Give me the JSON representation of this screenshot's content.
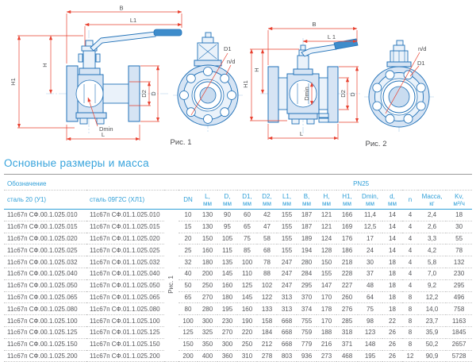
{
  "figures": [
    {
      "caption": "Рис. 1",
      "dims": {
        "B": "B",
        "L1": "L1",
        "H": "H",
        "H1": "H1",
        "D2": "D2",
        "D": "D",
        "Dmin": "Dmin",
        "L": "L",
        "D1": "D1",
        "nd": "n/d"
      }
    },
    {
      "caption": "Рис. 2",
      "dims": {
        "B": "B",
        "L1": "L 1",
        "H": "H",
        "H1": "H1",
        "D2": "D2",
        "D": "D",
        "Dmin": "Dmin",
        "L": "L",
        "D1": "D1",
        "nd": "n/d"
      }
    }
  ],
  "section": {
    "title": "Основные размеры и масса"
  },
  "table": {
    "header": {
      "designation": "Обозначение",
      "pn": "PN25",
      "steel1": "сталь 20 (У1)",
      "steel2": "сталь 09Г2С (ХЛ1)",
      "fig_ref": "Рис. 1"
    },
    "columns": [
      {
        "label": "DN",
        "unit": ""
      },
      {
        "label": "L,",
        "unit": "мм"
      },
      {
        "label": "D,",
        "unit": "мм"
      },
      {
        "label": "D1,",
        "unit": "мм"
      },
      {
        "label": "D2,",
        "unit": "мм"
      },
      {
        "label": "L1,",
        "unit": "мм"
      },
      {
        "label": "B,",
        "unit": "мм"
      },
      {
        "label": "H,",
        "unit": "мм"
      },
      {
        "label": "H1,",
        "unit": "мм"
      },
      {
        "label": "Dmin,",
        "unit": "мм"
      },
      {
        "label": "d,",
        "unit": "мм"
      },
      {
        "label": "n",
        "unit": ""
      },
      {
        "label": "Масса,",
        "unit": "кг"
      },
      {
        "label": "Kv,",
        "unit": "м³/ч"
      }
    ],
    "rows": [
      {
        "steel1": "11с67п СФ.00.1.025.010",
        "steel2": "11с67п СФ.01.1.025.010",
        "values": [
          "10",
          "130",
          "90",
          "60",
          "42",
          "155",
          "187",
          "121",
          "166",
          "11,4",
          "14",
          "4",
          "2,4",
          "18"
        ]
      },
      {
        "steel1": "11с67п СФ.00.1.025.015",
        "steel2": "11с67п СФ.01.1.025.015",
        "values": [
          "15",
          "130",
          "95",
          "65",
          "47",
          "155",
          "187",
          "121",
          "169",
          "12,5",
          "14",
          "4",
          "2,6",
          "30"
        ]
      },
      {
        "steel1": "11с67п СФ.00.1.025.020",
        "steel2": "11с67п СФ.01.1.025.020",
        "values": [
          "20",
          "150",
          "105",
          "75",
          "58",
          "155",
          "189",
          "124",
          "176",
          "17",
          "14",
          "4",
          "3,3",
          "55"
        ]
      },
      {
        "steel1": "11с67п СФ.00.1.025.025",
        "steel2": "11с67п СФ.01.1.025.025",
        "values": [
          "25",
          "160",
          "115",
          "85",
          "68",
          "155",
          "194",
          "128",
          "186",
          "24",
          "14",
          "4",
          "4,2",
          "78"
        ]
      },
      {
        "steel1": "11с67п СФ.00.1.025.032",
        "steel2": "11с67п СФ.01.1.025.032",
        "values": [
          "32",
          "180",
          "135",
          "100",
          "78",
          "247",
          "280",
          "150",
          "218",
          "30",
          "18",
          "4",
          "5,8",
          "132"
        ]
      },
      {
        "steel1": "11с67п СФ.00.1.025.040",
        "steel2": "11с67п СФ.01.1.025.040",
        "values": [
          "40",
          "200",
          "145",
          "110",
          "88",
          "247",
          "284",
          "155",
          "228",
          "37",
          "18",
          "4",
          "7,0",
          "230"
        ]
      },
      {
        "steel1": "11с67п СФ.00.1.025.050",
        "steel2": "11с67п СФ.01.1.025.050",
        "values": [
          "50",
          "250",
          "160",
          "125",
          "102",
          "247",
          "295",
          "147",
          "227",
          "48",
          "18",
          "4",
          "9,2",
          "295"
        ]
      },
      {
        "steel1": "11с67п СФ.00.1.025.065",
        "steel2": "11с67п СФ.01.1.025.065",
        "values": [
          "65",
          "270",
          "180",
          "145",
          "122",
          "313",
          "370",
          "170",
          "260",
          "64",
          "18",
          "8",
          "12,2",
          "496"
        ]
      },
      {
        "steel1": "11с67п СФ.00.1.025.080",
        "steel2": "11с67п СФ.01.1.025.080",
        "values": [
          "80",
          "280",
          "195",
          "160",
          "133",
          "313",
          "374",
          "178",
          "276",
          "75",
          "18",
          "8",
          "14,0",
          "758"
        ]
      },
      {
        "steel1": "11с67п СФ.00.1.025.100",
        "steel2": "11с67п СФ.01.1.025.100",
        "values": [
          "100",
          "300",
          "230",
          "190",
          "158",
          "668",
          "755",
          "170",
          "285",
          "98",
          "22",
          "8",
          "23,7",
          "1163"
        ]
      },
      {
        "steel1": "11с67п СФ.00.1.025.125",
        "steel2": "11с67п СФ.01.1.025.125",
        "values": [
          "125",
          "325",
          "270",
          "220",
          "184",
          "668",
          "759",
          "188",
          "318",
          "123",
          "26",
          "8",
          "35,9",
          "1845"
        ]
      },
      {
        "steel1": "11с67п СФ.00.1.025.150",
        "steel2": "11с67п СФ.01.1.025.150",
        "values": [
          "150",
          "350",
          "300",
          "250",
          "212",
          "668",
          "779",
          "216",
          "371",
          "148",
          "26",
          "8",
          "50,2",
          "2657"
        ]
      },
      {
        "steel1": "11с67п СФ.00.1.025.200",
        "steel2": "11с67п СФ.01.1.025.200",
        "values": [
          "200",
          "400",
          "360",
          "310",
          "278",
          "803",
          "936",
          "273",
          "468",
          "195",
          "26",
          "12",
          "90,9",
          "5728"
        ]
      }
    ]
  }
}
